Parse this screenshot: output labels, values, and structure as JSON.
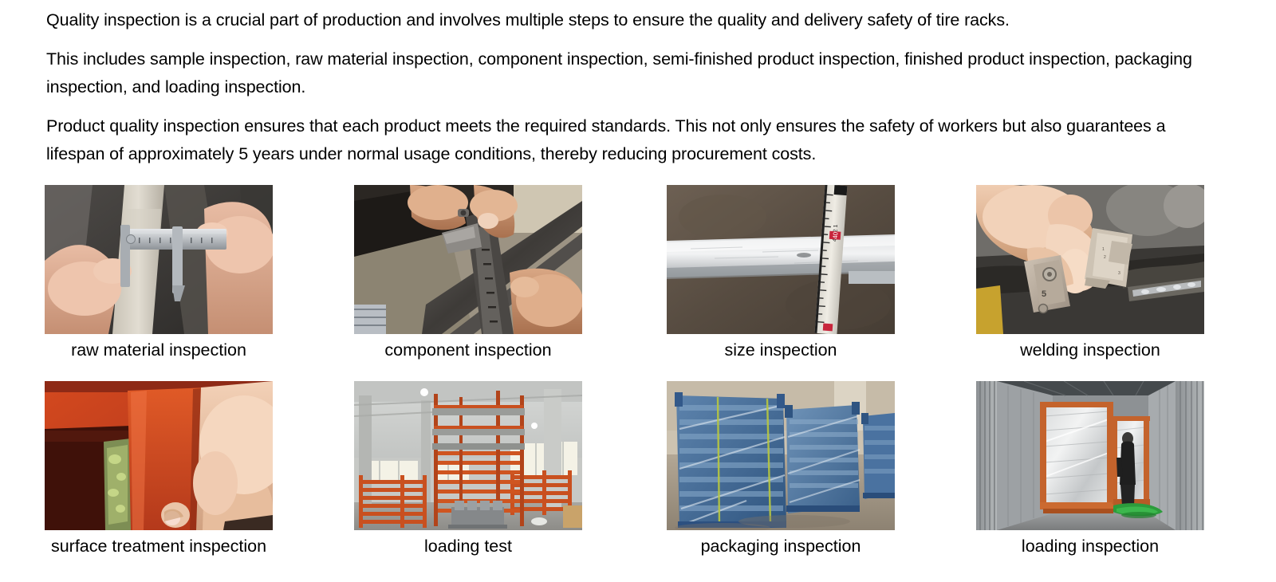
{
  "intro": {
    "paragraphs": [
      "Quality inspection is a crucial part of production and involves multiple steps to ensure the quality and delivery safety of tire racks.",
      "This includes sample inspection, raw material inspection, component inspection, semi-finished product inspection, finished product inspection, packaging inspection, and loading inspection.",
      "Product quality inspection ensures that each product meets the required standards. This not only ensures the safety of workers but also guarantees a lifespan of approximately 5 years under normal usage conditions, thereby reducing procurement costs."
    ]
  },
  "gallery": {
    "rows": [
      {
        "cells": [
          {
            "caption": "raw material inspection",
            "image_name": "photo-raw-material-inspection",
            "alt": "Two hands holding a vernier caliper measuring a steel profile"
          },
          {
            "caption": "component inspection",
            "image_name": "photo-component-inspection",
            "alt": "Worker measuring a steel bar component with a vernier caliper"
          },
          {
            "caption": "size inspection",
            "image_name": "photo-size-inspection",
            "alt": "Steel tape measure laid across a galvanized steel bar"
          },
          {
            "caption": "welding inspection",
            "image_name": "photo-welding-inspection",
            "alt": "Hand holding a welding gauge against a welded joint"
          }
        ]
      },
      {
        "cells": [
          {
            "caption": "surface treatment inspection",
            "image_name": "photo-surface-treatment-inspection",
            "alt": "Finger touching the orange painted surface of a rack"
          },
          {
            "caption": "loading test",
            "image_name": "photo-loading-test",
            "alt": "Stacked orange tire racks loaded in a factory workshop"
          },
          {
            "caption": "packaging inspection",
            "image_name": "photo-packaging-inspection",
            "alt": "Blue tire racks wrapped in stretch film in a warehouse"
          },
          {
            "caption": "loading inspection",
            "image_name": "photo-loading-inspection",
            "alt": "Wrapped racks loaded inside a shipping container with a worker"
          }
        ]
      }
    ]
  },
  "colors": {
    "text": "#000000",
    "background": "#ffffff",
    "rack_orange": "#c4421f",
    "rack_blue": "#3f6ea0",
    "steel_gray": "#9aa0a3"
  }
}
